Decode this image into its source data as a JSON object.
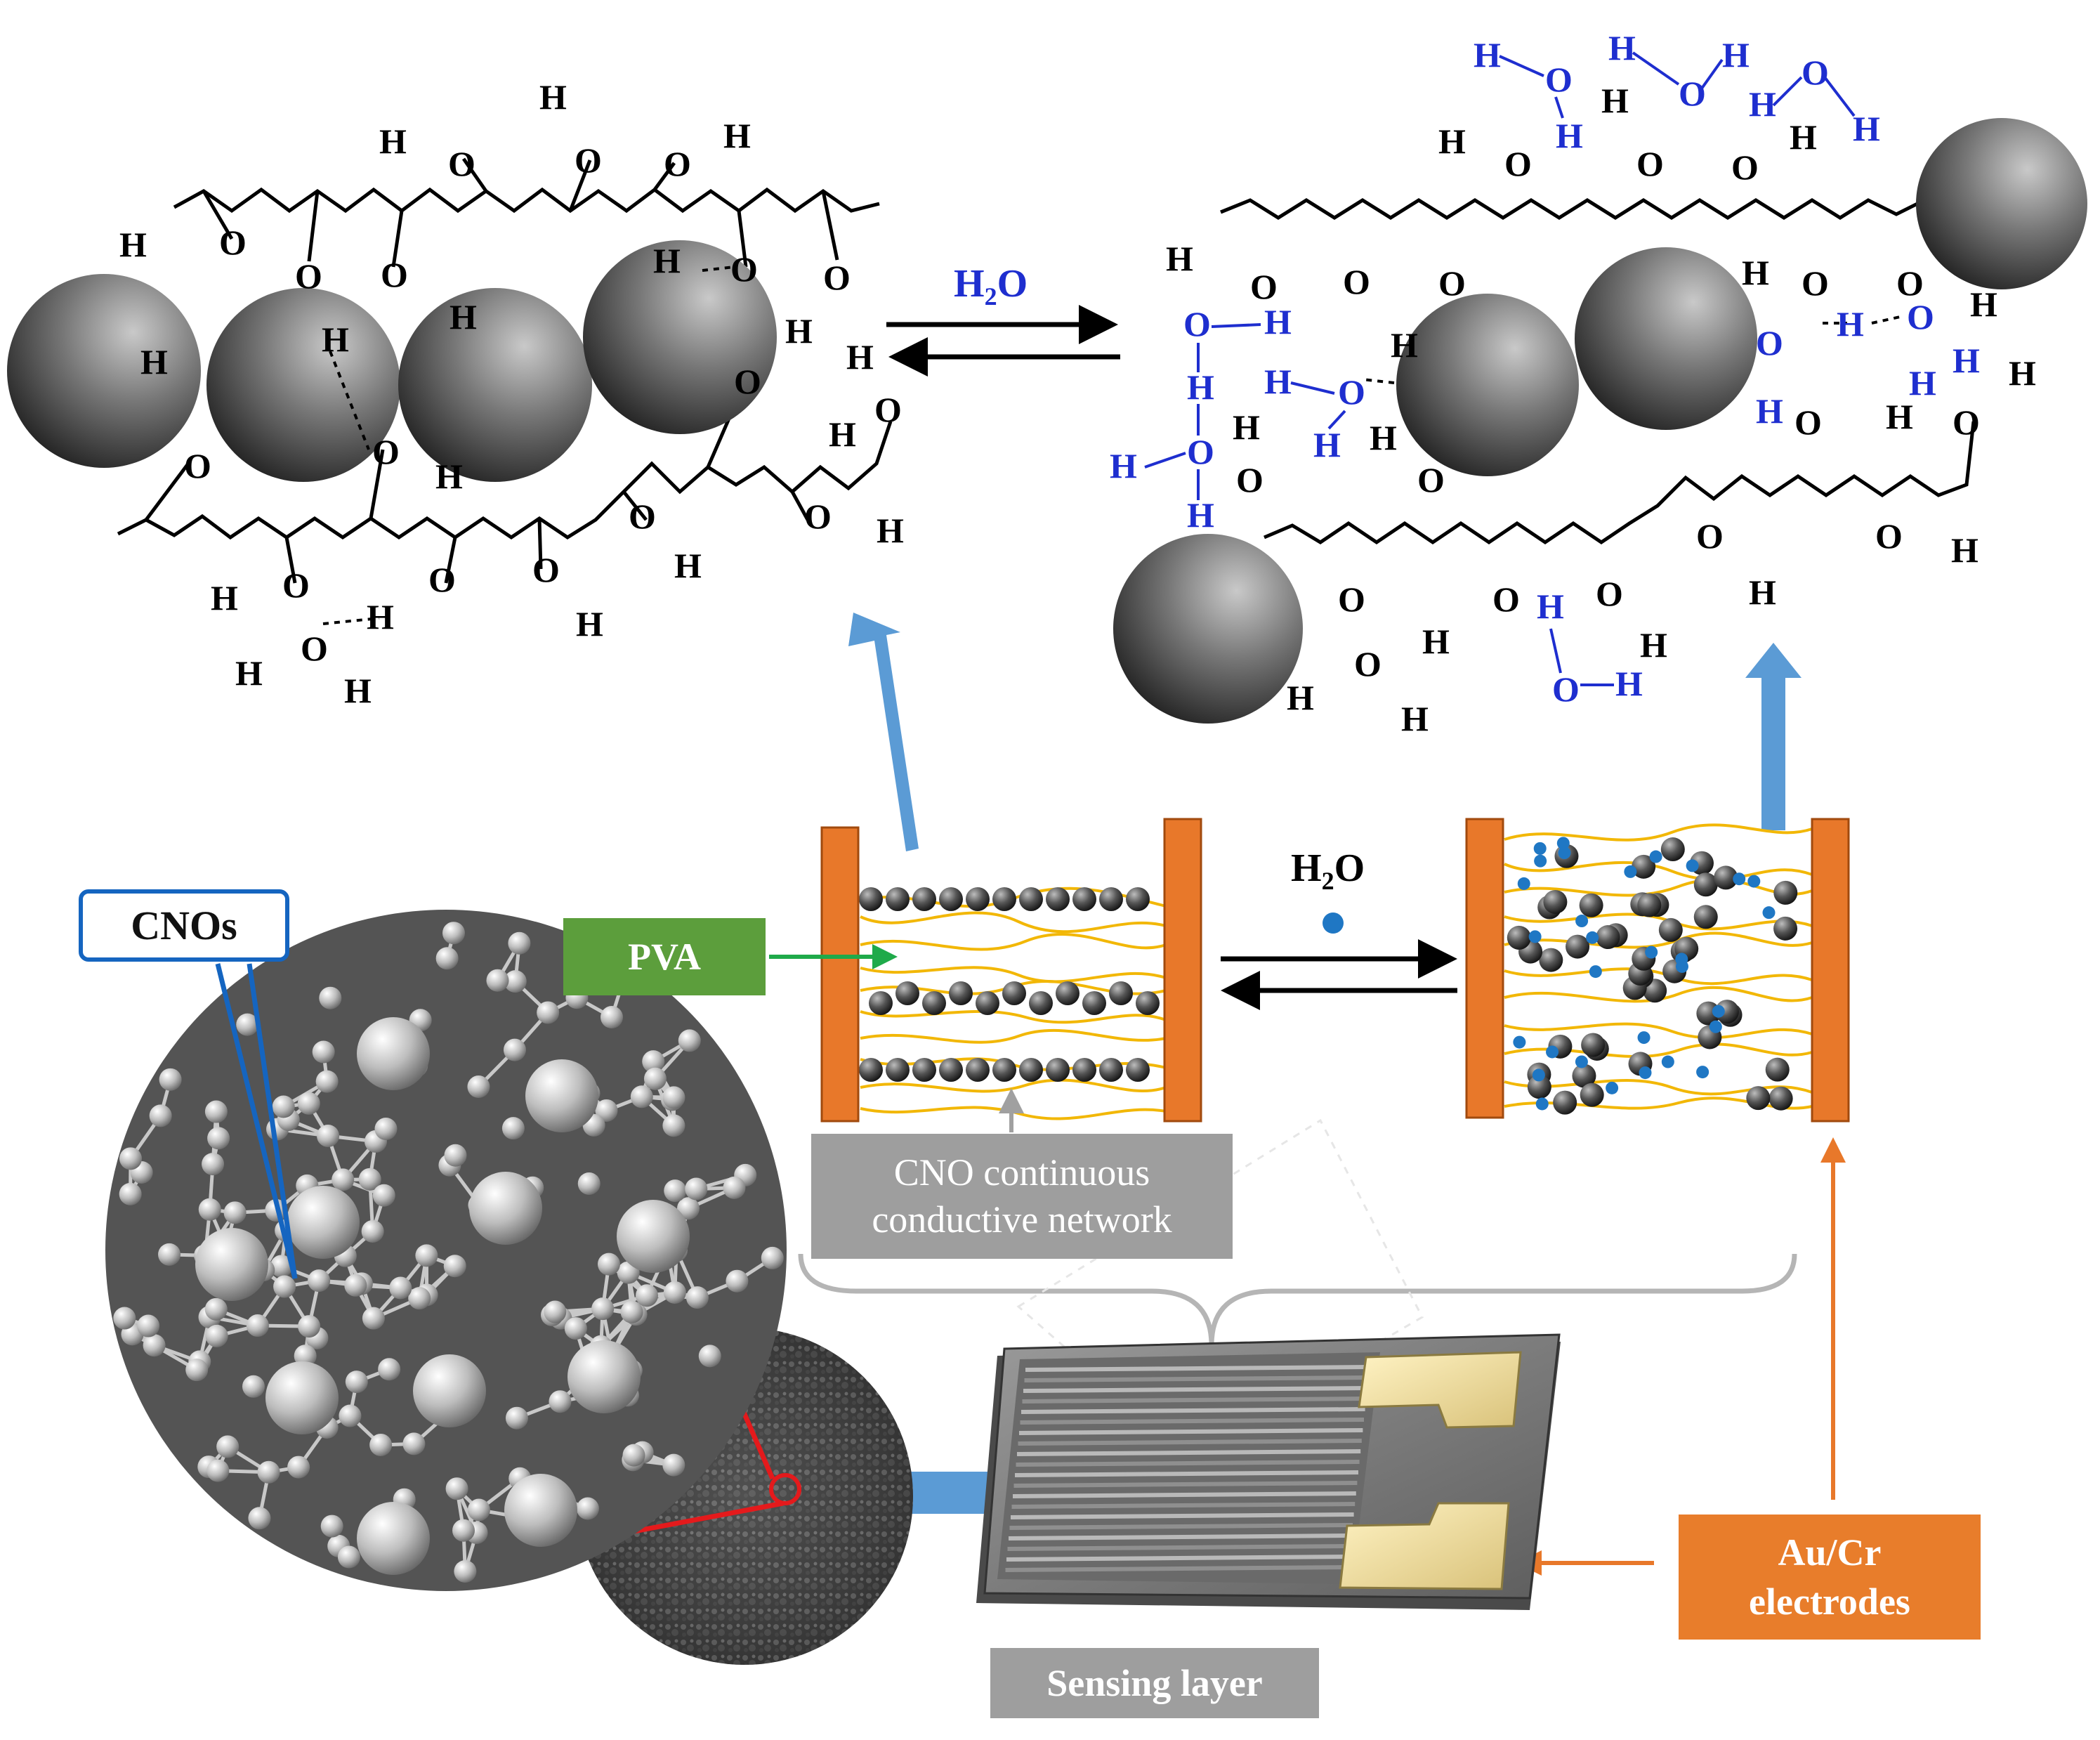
{
  "labels": {
    "cnos": "CNOs",
    "pva": "PVA",
    "cno_network_line1": "CNO continuous",
    "cno_network_line2": "conductive network",
    "sensing_layer": "Sensing layer",
    "electrodes_line1": "Au/Cr",
    "electrodes_line2": "electrodes",
    "water_top_main": "H",
    "water_top_sub": "2",
    "water_top_end": "O",
    "water_mid_main": "H",
    "water_mid_sub": "2",
    "water_mid_end": "O"
  },
  "atoms": {
    "hydrogen": "H",
    "oxygen": "O"
  },
  "colors": {
    "cno_border": "#1565c0",
    "pva_fill": "#5c9e3c",
    "network_fill": "#9e9e9e",
    "electrode_label_fill": "#e87d2b",
    "electrode_plate": "#e8782a",
    "pva_fiber": "#f2b705",
    "water_dot": "#1f77c4",
    "water_text": "#1e2ecf",
    "process_arrow": "#5b9bd5"
  }
}
